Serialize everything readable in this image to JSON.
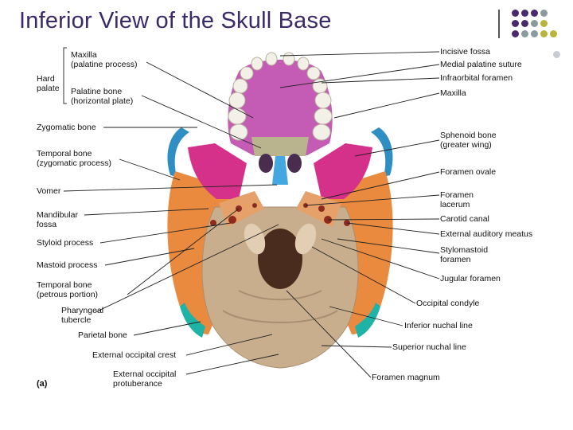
{
  "slide": {
    "title": "Inferior View of the Skull Base",
    "panel_letter": "(a)"
  },
  "colors": {
    "title": "#3b2a6b",
    "dot_purple": "#4a2a6e",
    "dot_gray": "#8a9aa0",
    "dot_olive": "#b9b43a",
    "dot_light": "#c9ccd6"
  },
  "labels_left": {
    "hard_palate": "Hard\npalate",
    "maxilla_palatine": "Maxilla\n(palatine process)",
    "palatine_bone": "Palatine bone\n(horizontal plate)",
    "zygomatic_bone": "Zygomatic bone",
    "temporal_zygomatic": "Temporal bone\n(zygomatic process)",
    "vomer": "Vomer",
    "mandibular_fossa": "Mandibular\nfossa",
    "styloid_process": "Styloid process",
    "mastoid_process": "Mastoid process",
    "temporal_petrous": "Temporal bone\n(petrous portion)",
    "pharyngeal_tubercle": "Pharyngeal\ntubercle",
    "parietal_bone": "Parietal bone",
    "ext_occipital_crest": "External occipital crest",
    "ext_occipital_protuberance": "External occipital\nprotuberance"
  },
  "labels_right": {
    "incisive_fossa": "Incisive fossa",
    "medial_palatine_suture": "Medial palatine suture",
    "infraorbital_foramen": "Infraorbital foramen",
    "maxilla": "Maxilla",
    "sphenoid_greater_wing": "Sphenoid bone\n(greater wing)",
    "foramen_ovale": "Foramen ovale",
    "foramen_lacerum": "Foramen\nlacerum",
    "carotid_canal": "Carotid canal",
    "external_auditory_meatus": "External auditory meatus",
    "stylomastoid_foramen": "Stylomastoid\nforamen",
    "jugular_foramen": "Jugular foramen",
    "occipital_condyle": "Occipital condyle",
    "inferior_nuchal_line": "Inferior nuchal line",
    "superior_nuchal_line": "Superior nuchal line",
    "foramen_magnum": "Foramen magnum"
  }
}
